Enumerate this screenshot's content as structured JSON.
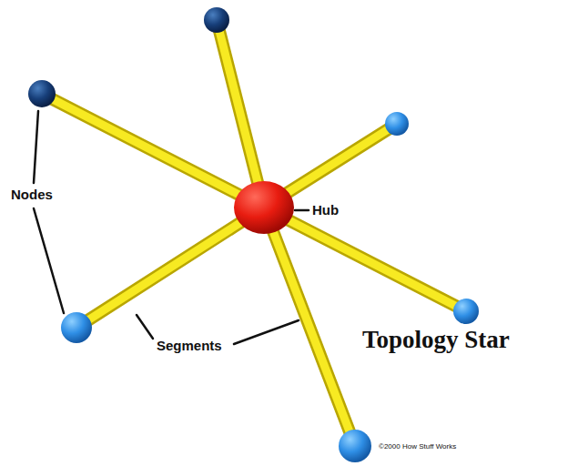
{
  "diagram": {
    "title": "Topology Star",
    "labels": [
      "Nodes",
      "Hub",
      "Segments",
      "©2000 How Stuff Works"
    ]
  }
}
